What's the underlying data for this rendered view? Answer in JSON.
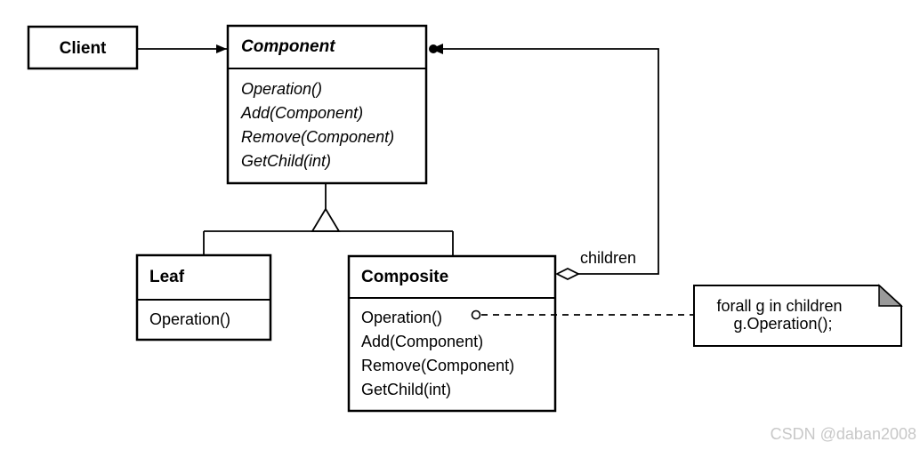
{
  "client": {
    "name": "Client"
  },
  "component": {
    "name": "Component",
    "operations": [
      "Operation()",
      "Add(Component)",
      "Remove(Component)",
      "GetChild(int)"
    ]
  },
  "leaf": {
    "name": "Leaf",
    "operations": [
      "Operation()"
    ]
  },
  "composite": {
    "name": "Composite",
    "operations": [
      "Operation()",
      "Add(Component)",
      "Remove(Component)",
      "GetChild(int)"
    ]
  },
  "association": {
    "role": "children"
  },
  "note": {
    "lines": [
      "forall g in children",
      "g.Operation();"
    ]
  },
  "watermark": "CSDN @daban2008"
}
